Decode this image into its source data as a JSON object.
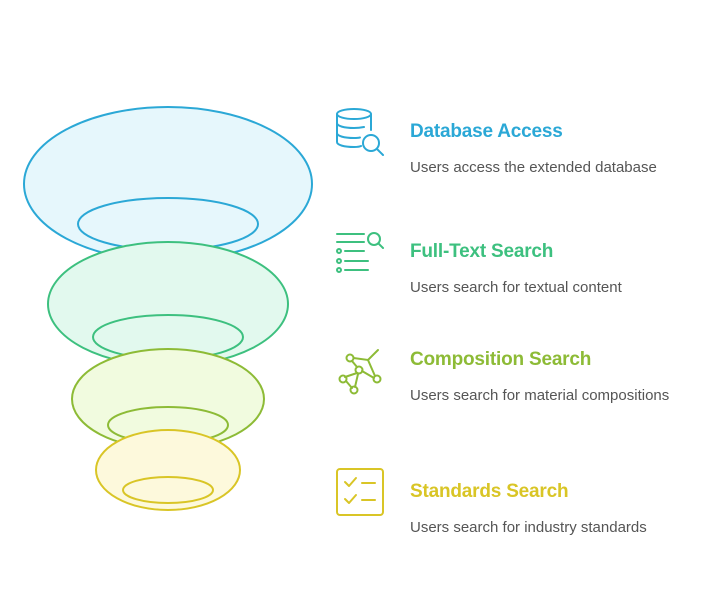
{
  "steps": [
    {
      "title": "Database Access",
      "description": "Users access the extended database",
      "color": "#2BA8D6",
      "fill": "#E6F7FC",
      "icon": "database-search-icon"
    },
    {
      "title": "Full-Text Search",
      "description": "Users search for textual content",
      "color": "#3DC07F",
      "fill": "#E2F9EE",
      "icon": "text-search-icon"
    },
    {
      "title": "Composition Search",
      "description": "Users search for material compositions",
      "color": "#8DBB36",
      "fill": "#F1FBDF",
      "icon": "network-nodes-icon"
    },
    {
      "title": "Standards Search",
      "description": "Users search for industry standards",
      "color": "#D9C526",
      "fill": "#FDF9DC",
      "icon": "checklist-icon"
    }
  ]
}
